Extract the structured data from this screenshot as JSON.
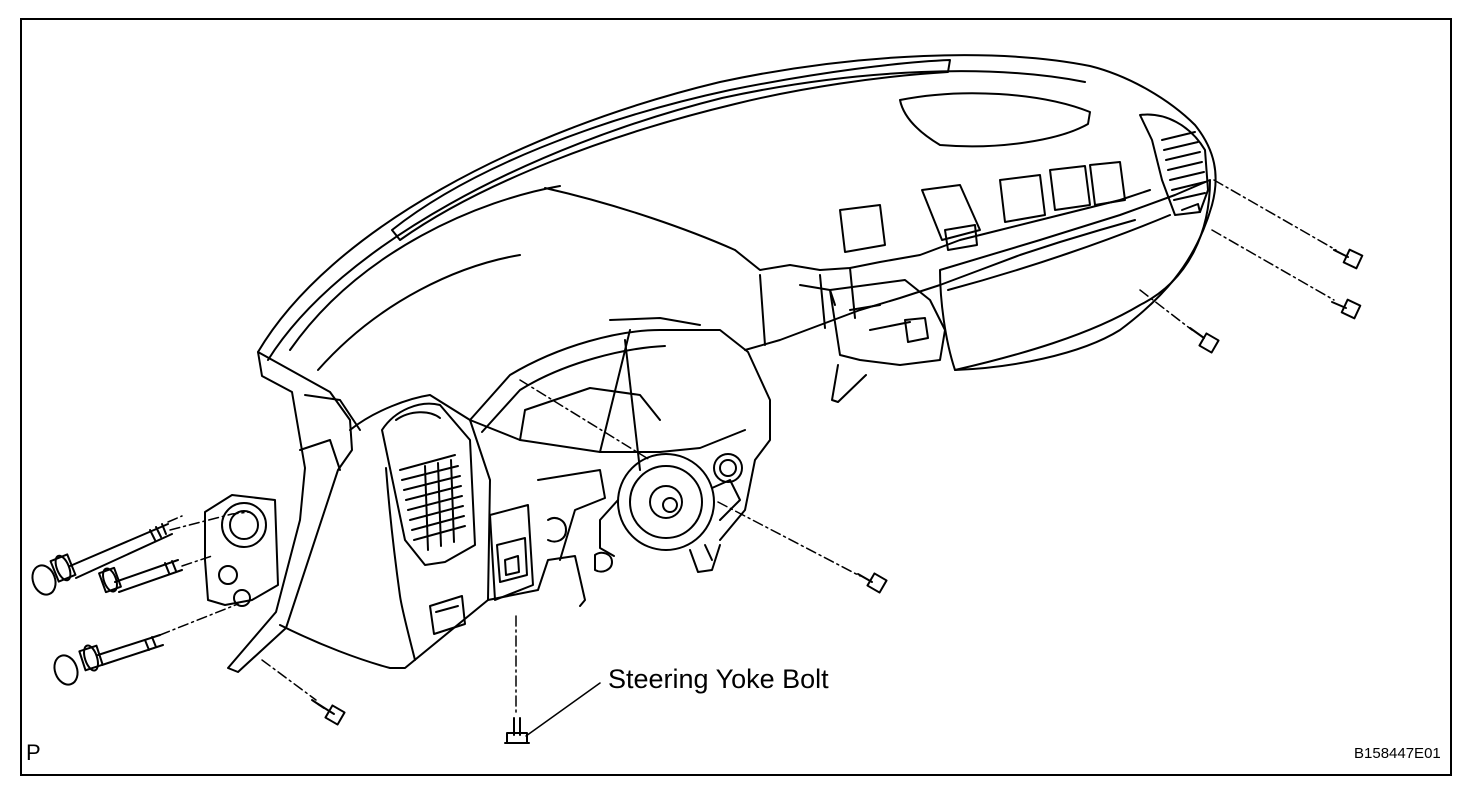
{
  "callouts": {
    "steering_yoke_bolt": "Steering Yoke Bolt"
  },
  "corner_marker": "P",
  "figure_id": "B158447E01",
  "colors": {
    "ink": "#000000",
    "paper": "#ffffff"
  },
  "icons": [
    "bolt-icon",
    "cap-icon",
    "washer-bolt-icon"
  ]
}
